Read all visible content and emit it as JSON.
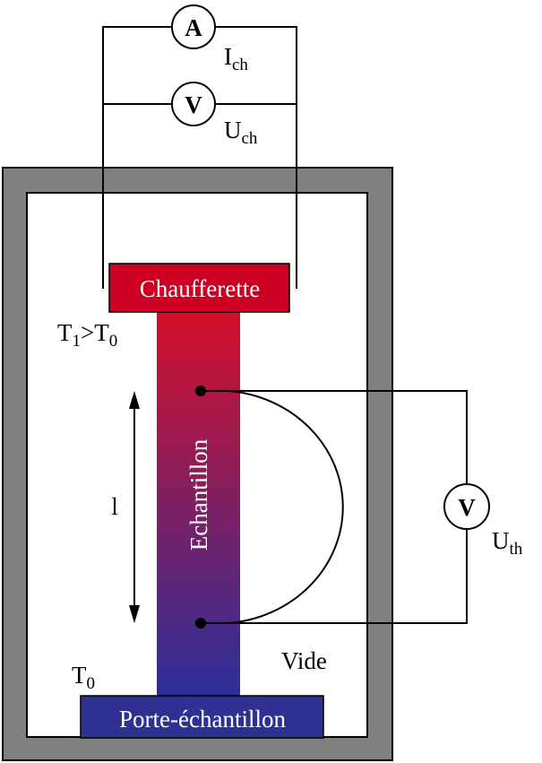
{
  "heater": {
    "label": "Chaufferette"
  },
  "sample": {
    "label": "Echantillon"
  },
  "holder": {
    "label": "Porte-échantillon"
  },
  "vacuum": {
    "label": "Vide"
  },
  "length": {
    "label": "l"
  },
  "temp_hot": {
    "t1": "T",
    "t1_sub": "1",
    "op": ">",
    "t0": "T",
    "t0_sub": "0"
  },
  "temp_cold": {
    "t": "T",
    "sub": "0"
  },
  "ammeter": {
    "letter": "A",
    "name": "I",
    "sub": "ch"
  },
  "voltmeter_heater": {
    "letter": "V",
    "name": "U",
    "sub": "ch"
  },
  "voltmeter_thermo": {
    "letter": "V",
    "name": "U",
    "sub": "th"
  },
  "colors": {
    "frame": "#808080",
    "heater": "#cc0022",
    "sample_top": "#d4102a",
    "sample_bottom": "#2b2f9a",
    "holder": "#2e3192",
    "wire": "#000000"
  }
}
